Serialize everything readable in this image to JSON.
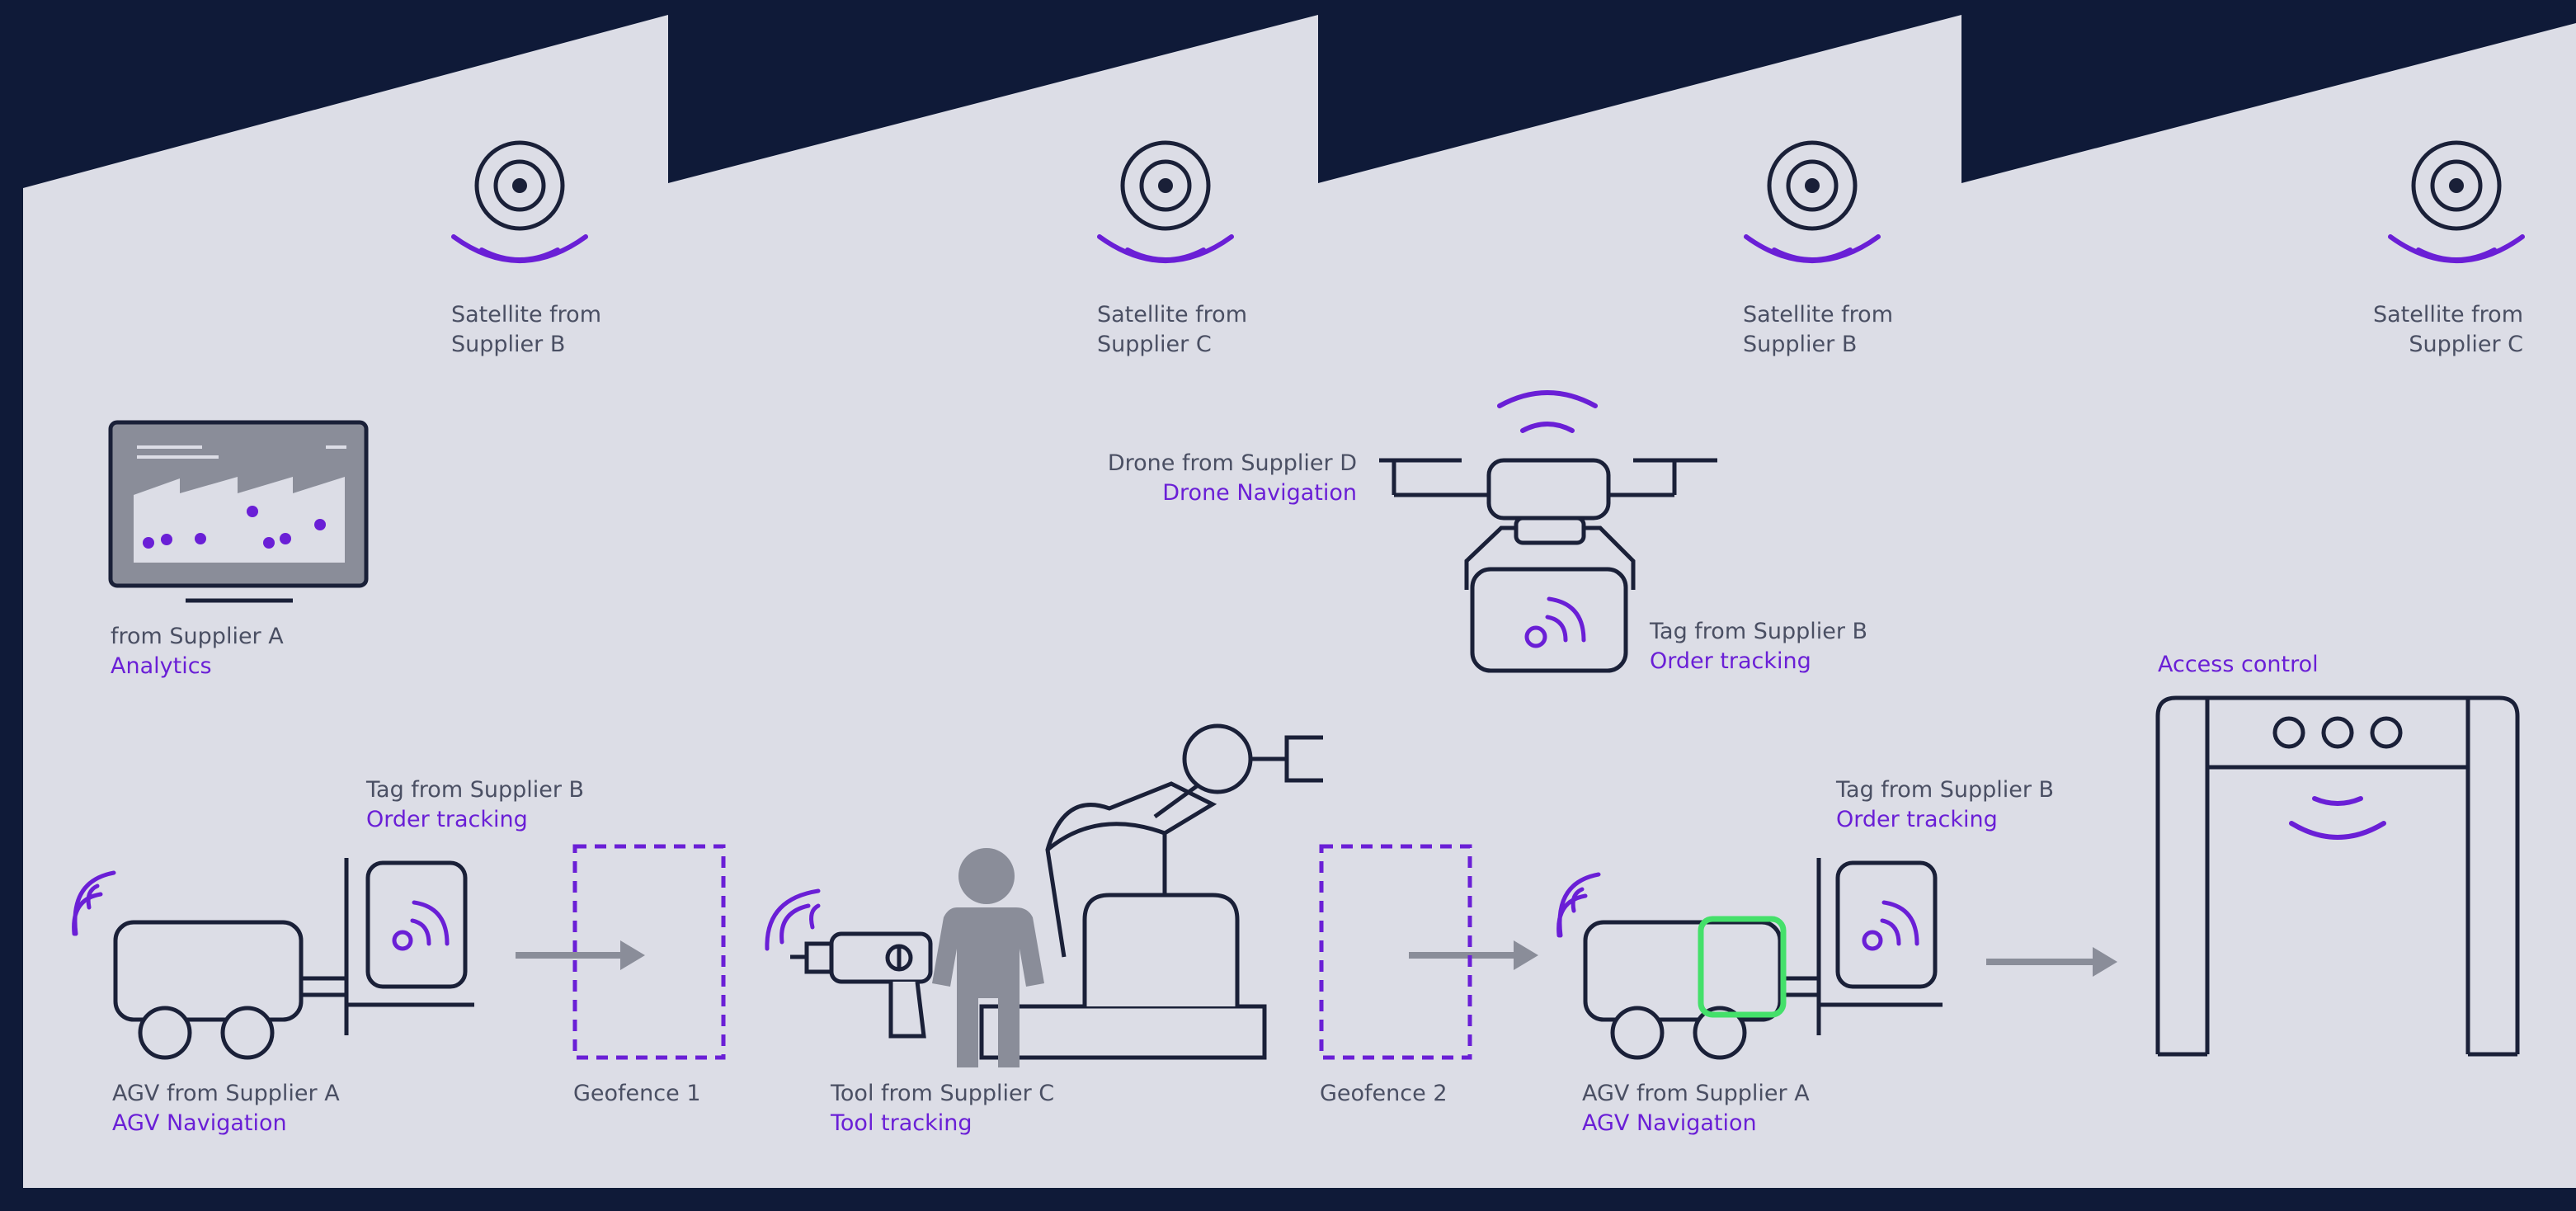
{
  "satellites": [
    {
      "line1": "Satellite from",
      "line2": "Supplier B"
    },
    {
      "line1": "Satellite from",
      "line2": "Supplier C"
    },
    {
      "line1": "Satellite from",
      "line2": "Supplier B"
    },
    {
      "line1": "Satellite from",
      "line2": "Supplier C"
    }
  ],
  "analytics": {
    "line1": "from Supplier A",
    "line2": "Analytics"
  },
  "drone": {
    "line1": "Drone from Supplier D",
    "line2": "Drone Navigation"
  },
  "drone_tag": {
    "line1": "Tag from Supplier B",
    "line2": "Order tracking"
  },
  "tag1": {
    "line1": "Tag from Supplier B",
    "line2": "Order tracking"
  },
  "tag2": {
    "line1": "Tag from Supplier B",
    "line2": "Order tracking"
  },
  "access": {
    "line1": "Access control"
  },
  "agv1": {
    "line1": "AGV from Supplier A",
    "line2": "AGV Navigation"
  },
  "geofence1": {
    "line1": "Geofence 1"
  },
  "tool": {
    "line1": "Tool from Supplier C",
    "line2": "Tool tracking"
  },
  "geofence2": {
    "line1": "Geofence 2"
  },
  "agv2": {
    "line1": "AGV from Supplier A",
    "line2": "AGV Navigation"
  },
  "colors": {
    "background": "#0f1a38",
    "building": "#dcdde6",
    "stroke": "#1a2038",
    "accent": "#6a1fd6",
    "gray": "#8a8d99",
    "highlight": "#44e06a"
  }
}
